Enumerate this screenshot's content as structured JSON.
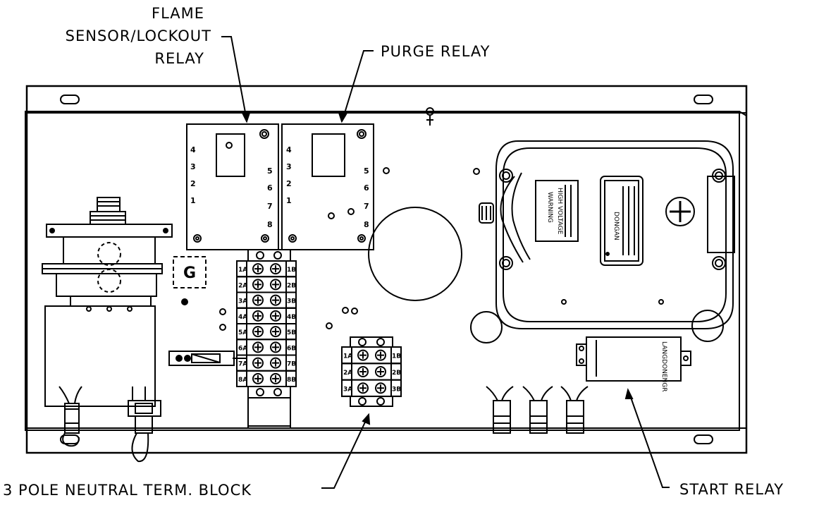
{
  "labels": {
    "flame_line1": "FLAME",
    "flame_line2": "SENSOR/LOCKOUT",
    "flame_line3": "RELAY",
    "purge_relay": "PURGE RELAY",
    "neutral_block": "3 POLE NEUTRAL TERM. BLOCK",
    "start_relay": "START RELAY",
    "ground": "G"
  },
  "relay_terminals_left": [
    "4",
    "3",
    "2",
    "1"
  ],
  "relay_terminals_right": [
    "5",
    "6",
    "7",
    "8"
  ],
  "terminal_block_left": [
    "1A",
    "2A",
    "3A",
    "4A",
    "5A",
    "6A",
    "7A",
    "8A"
  ],
  "terminal_block_right": [
    "1B",
    "2B",
    "3B",
    "4B",
    "5B",
    "6B",
    "7B",
    "8B"
  ],
  "neutral_block_left": [
    "1A",
    "2A",
    "3A"
  ],
  "neutral_block_right": [
    "1B",
    "2B",
    "3B"
  ],
  "transformer": {
    "brand": "DONGAN",
    "warning_lines": [
      "WARNING",
      "HIGH VOLTAGE"
    ]
  },
  "start_relay_text": "LANGDONENGR"
}
